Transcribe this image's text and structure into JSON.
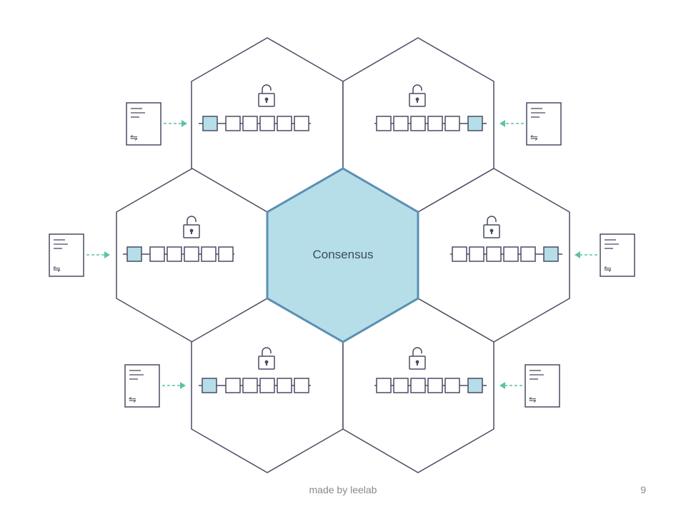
{
  "diagram": {
    "center_label": "Consensus",
    "node_count": 6,
    "blocks_per_chain": 6,
    "icons": {
      "node_lock": "padlock-icon",
      "transaction": "transaction-document-icon",
      "transfer": "⇋"
    },
    "colors": {
      "hex_stroke": "#4a4b63",
      "center_fill": "#b5dee8",
      "center_stroke": "#5b8fb3",
      "new_block_fill": "#b5dee8",
      "transaction_arrow": "#5cc2a7",
      "consensus_cycle": "#d9d9d9"
    }
  },
  "footer": {
    "credit": "made by leelab",
    "page_number": "9"
  }
}
